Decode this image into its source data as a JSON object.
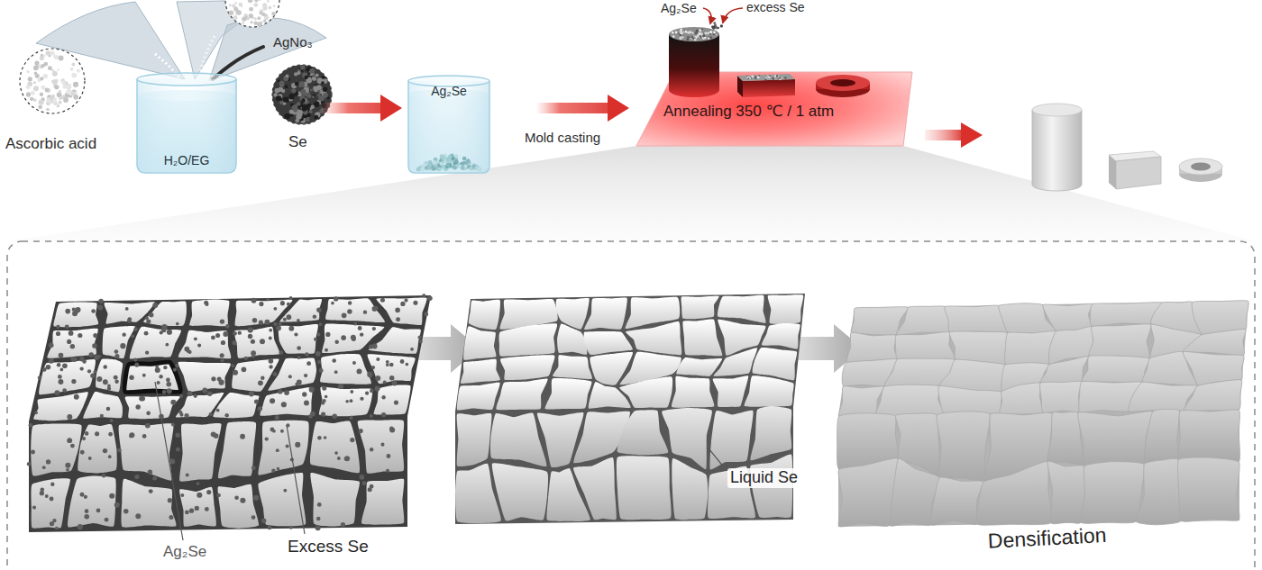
{
  "diagram": {
    "nodes": [
      {
        "text": [
          "H₂O/EG"
        ]
      },
      {
        "text": [
          "Ag₂Se"
        ]
      },
      {
        "text": [
          "Annealing 350 ℃ / 1 atm"
        ]
      }
    ],
    "edges": [
      {
        "from": 0,
        "to": 1,
        "arrow": "to"
      },
      {
        "from": 1,
        "to": 2,
        "label": "Mold casting",
        "arrow": "to"
      }
    ],
    "labels": [
      "Ascorbic acid",
      "AgNo₃",
      "Se",
      "Ag₂Se",
      "excess Se",
      "Ag₂Se",
      "Excess Se",
      "Liquid Se",
      "Densification"
    ]
  }
}
